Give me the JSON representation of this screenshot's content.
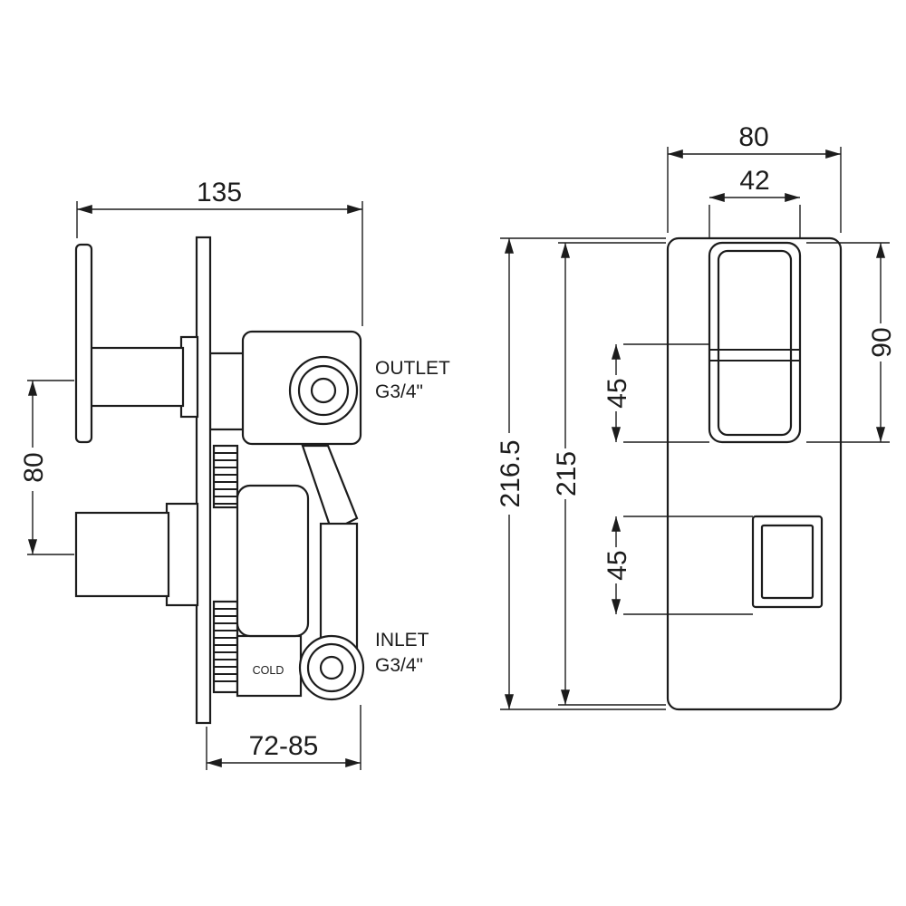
{
  "drawing": {
    "type": "technical-dimension-drawing",
    "subject": "concealed thermostatic shower valve, side and front elevations",
    "ink_color": "#1c1c1c",
    "background_color": "#ffffff"
  },
  "side_view": {
    "dims": {
      "overall_depth": "135",
      "control_spacing": "80",
      "adjustable_depth": "72-85"
    },
    "labels": {
      "outlet_line1": "OUTLET",
      "outlet_line2": "G3/4\"",
      "inlet_line1": "INLET",
      "inlet_line2": "G3/4\"",
      "cold": "COLD"
    }
  },
  "front_view": {
    "dims": {
      "plate_width": "80",
      "handle_width": "42",
      "handle_height": "90",
      "overall_height": "216.5",
      "plate_height": "215",
      "upper_offset": "45",
      "lower_offset": "45"
    }
  }
}
